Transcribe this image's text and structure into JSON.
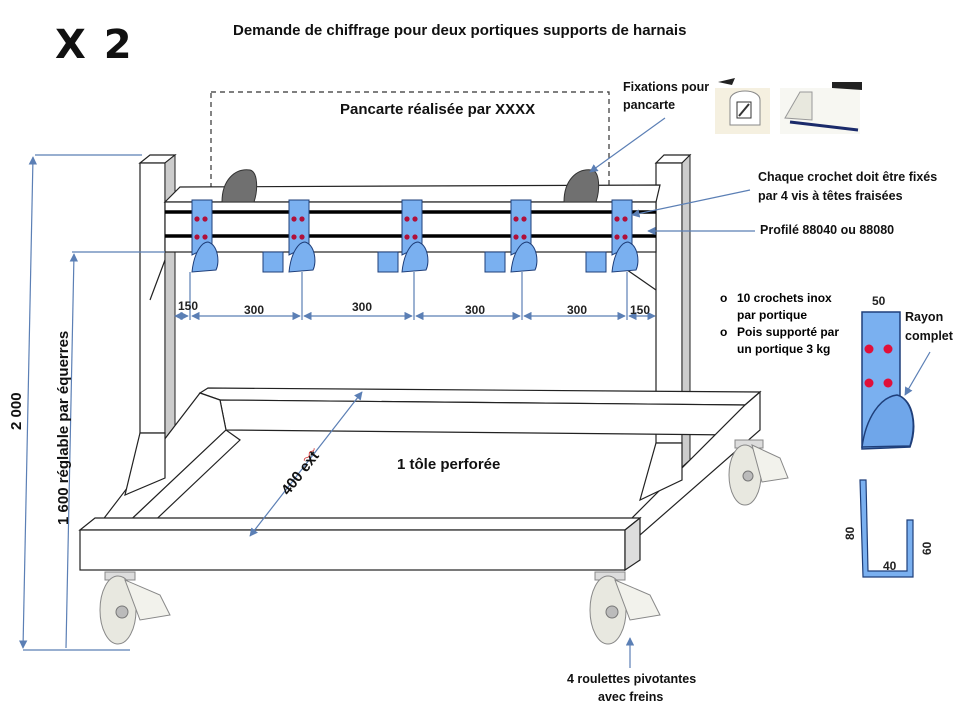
{
  "header": {
    "quantity": "X 2",
    "title": "Demande de chiffrage pour deux  portiques supports de harnais"
  },
  "annotations": {
    "sign": "Pancarte réalisée par XXXX",
    "sign_fixings_line1": "Fixations pour",
    "sign_fixings_line2": "pancarte",
    "hook_screws_line1": "Chaque  crochet doit être fixés",
    "hook_screws_line2": "par 4 vis à têtes fraisées",
    "profile": "Profilé 88040 ou 88080",
    "sheet": "1 tôle perforée",
    "depth": "400 ext",
    "casters_line1": "4 roulettes pivotantes",
    "casters_line2": "avec freins",
    "height_total": "2 000",
    "height_adjustable": "1 600 réglable par  équerres"
  },
  "spacing_dimensions": [
    "150",
    "300",
    "300",
    "300",
    "300",
    "150"
  ],
  "specs": [
    {
      "line1": "10 crochets inox",
      "line2": "par portique"
    },
    {
      "line1": " Pois supporté par",
      "line2": "un portique 3 kg"
    }
  ],
  "hook_detail": {
    "width": "50",
    "radius_line1": "Rayon",
    "radius_line2": "complet"
  },
  "profile_section": {
    "left_height": "80",
    "bottom_width": "40",
    "right_height": "60"
  },
  "colors": {
    "hook_fill": "#7ab0f0",
    "hook_stroke": "#1f3f7a",
    "screw": "#b0103a",
    "dim_line": "#5b7fb5",
    "mount": "#707070"
  }
}
